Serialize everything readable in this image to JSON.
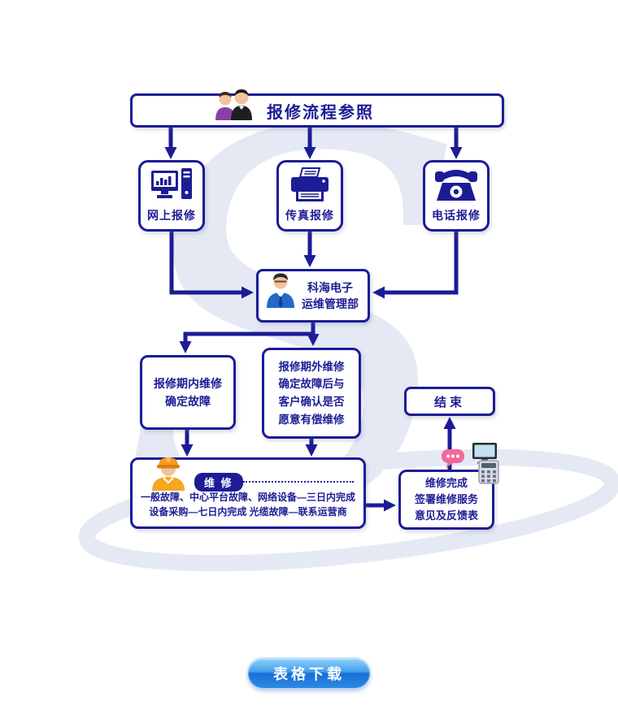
{
  "title": {
    "label": "报修流程参照",
    "icon": "people-icon"
  },
  "channels": [
    {
      "label": "网上报修",
      "icon": "computer-icon"
    },
    {
      "label": "传真报修",
      "icon": "fax-icon"
    },
    {
      "label": "电话报修",
      "icon": "telephone-icon"
    }
  ],
  "dispatch": {
    "icon": "suit-person-icon",
    "lines": [
      "科海电子",
      "运维管理部"
    ]
  },
  "branch_left": {
    "lines": [
      "报修期内维修",
      "确定故障"
    ]
  },
  "branch_right": {
    "lines": [
      "报修期外维修",
      "确定故障后与",
      "客户确认是否",
      "愿意有偿维修"
    ]
  },
  "end_box": {
    "label": "结束"
  },
  "repair": {
    "icon": "worker-icon",
    "badge": "维 修",
    "lines": [
      "一般故障、中心平台故障、网络设备—三日内完成",
      "设备采购—七日内完成  光缆故障—联系运营商"
    ]
  },
  "feedback": {
    "icons": [
      "chat-bubble-icon",
      "monitor-icon",
      "calculator-icon"
    ],
    "lines": [
      "维修完成",
      "签署维修服务",
      "意见及反馈表"
    ]
  },
  "download": {
    "label": "表格下载"
  },
  "colors": {
    "navy": "#1c1c96",
    "button_blue": "#1e7ce0",
    "watermark": "#e4e9f4",
    "badge_pink": "#f2699c",
    "helmet_orange": "#f5a623"
  }
}
